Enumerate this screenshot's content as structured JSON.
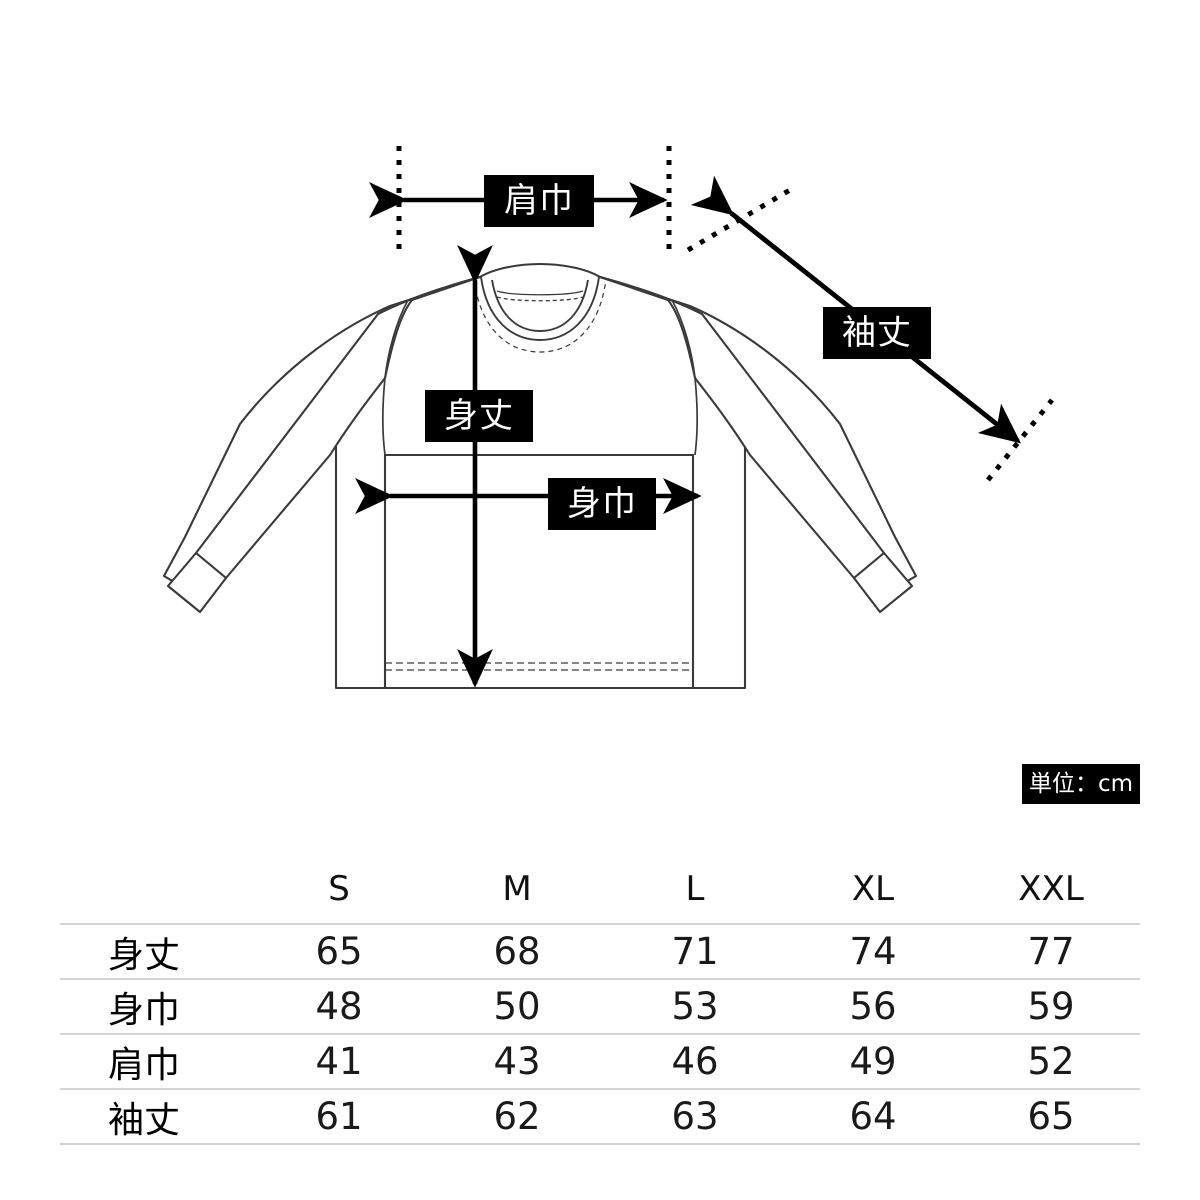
{
  "diagram": {
    "title": "long-sleeve-t-shirt-size-diagram",
    "labels": {
      "shoulder_width": "肩巾",
      "sleeve_length": "袖丈",
      "body_length": "身丈",
      "body_width": "身巾"
    },
    "unit_badge": "単位：cm",
    "colors": {
      "chip_background": "#000000",
      "chip_text": "#ffffff",
      "outline": "#333333",
      "arrow": "#000000",
      "guide_dot": "#000000",
      "table_rule": "#d4d4d4"
    }
  },
  "table": {
    "corner_label": "",
    "columns": [
      "S",
      "M",
      "L",
      "XL",
      "XXL"
    ],
    "rows": [
      {
        "label": "身丈",
        "values": [
          "65",
          "68",
          "71",
          "74",
          "77"
        ]
      },
      {
        "label": "身巾",
        "values": [
          "48",
          "50",
          "53",
          "56",
          "59"
        ]
      },
      {
        "label": "肩巾",
        "values": [
          "41",
          "43",
          "46",
          "49",
          "52"
        ]
      },
      {
        "label": "袖丈",
        "values": [
          "61",
          "62",
          "63",
          "64",
          "65"
        ]
      }
    ]
  },
  "chart_data": {
    "type": "table",
    "title": "サイズ表",
    "unit": "cm",
    "categories": [
      "S",
      "M",
      "L",
      "XL",
      "XXL"
    ],
    "series": [
      {
        "name": "身丈",
        "values": [
          65,
          68,
          71,
          74,
          77
        ]
      },
      {
        "name": "身巾",
        "values": [
          48,
          50,
          53,
          56,
          59
        ]
      },
      {
        "name": "肩巾",
        "values": [
          41,
          43,
          46,
          49,
          52
        ]
      },
      {
        "name": "袖丈",
        "values": [
          61,
          62,
          63,
          64,
          65
        ]
      }
    ]
  }
}
